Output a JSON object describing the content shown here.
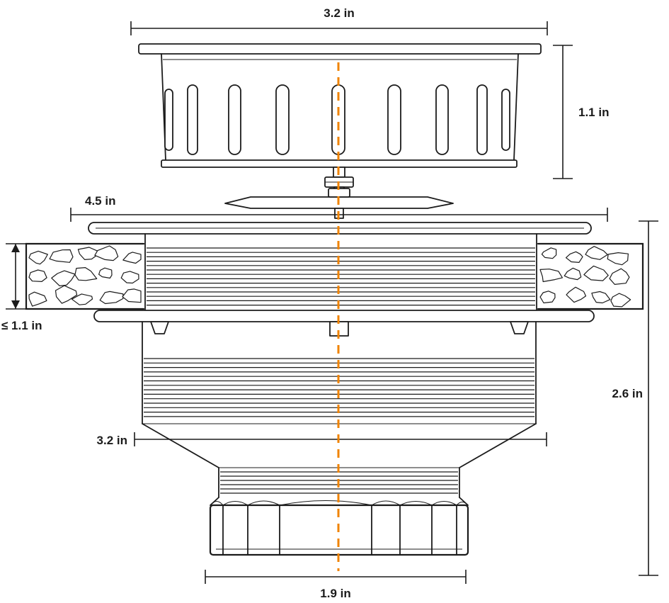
{
  "diagram": {
    "type": "technical-dimension-drawing",
    "subject": "kitchen-sink-drain-strainer-assembly",
    "dimensions": {
      "strainer_width": "3.2 in",
      "strainer_height": "1.1 in",
      "flange_width": "4.5 in",
      "counter_thickness": "≤ 1.1 in",
      "body_height": "2.6 in",
      "body_width": "3.2 in",
      "nut_width": "1.9 in"
    },
    "colors": {
      "line": "#1b1b1b",
      "centerline": "#F08300",
      "background": "#ffffff"
    }
  }
}
